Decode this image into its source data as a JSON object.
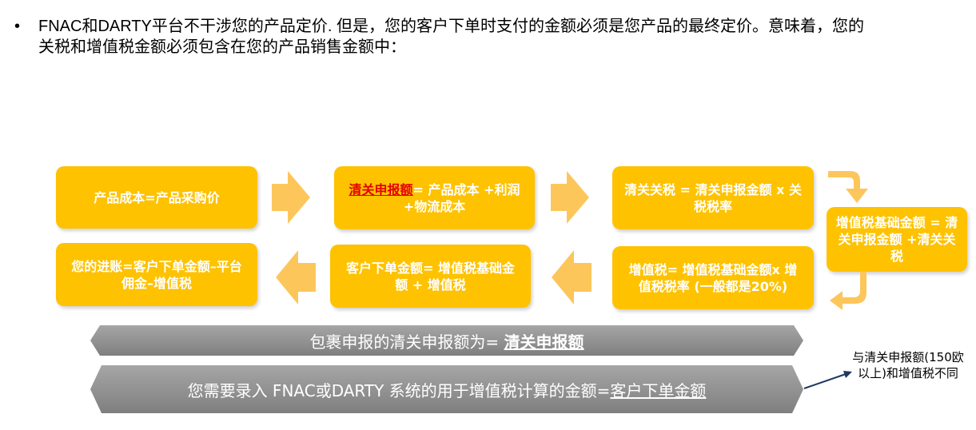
{
  "intro": {
    "bullet": "•",
    "text": "FNAC和DARTY平台不干涉您的产品定价. 但是，您的客户下单时支付的金额必须是您产品的最终定价。意味着，您的关税和增值税金额必须包含在您的产品销售金额中："
  },
  "steps": {
    "product_cost": "产品成本=产品采购价",
    "declared_value_term": "清关申报额",
    "declared_value_rest": "= 产品成本 +利润+物流成本",
    "customs_duty": "清关关税 = 清关申报金额 x 关税税率",
    "vat_base": "增值税基础金额 = 清关申报金额 +清关关税",
    "vat": "增值税= 增值税基础金额x 增值税税率 (一般都是20%)",
    "order_amount": "客户下单金额= 增值税基础金额 + 增值税",
    "your_income": "您的进账=客户下单金额–平台佣金–增值税"
  },
  "bands": {
    "declared_prefix": "包裹申报的清关申报额为= ",
    "declared_term": "清关申报额",
    "system_prefix": "您需要录入 FNAC或DARTY 系统的用于增值税计算的金额=",
    "system_term": "客户下单金额"
  },
  "note": "与清关申报额(150欧以上)和增值税不同",
  "colors": {
    "box": "#fec200",
    "arrow": "#fdc65b",
    "band": "#8f8f8f",
    "highlight": "#e30000",
    "connector": "#1f3864"
  }
}
